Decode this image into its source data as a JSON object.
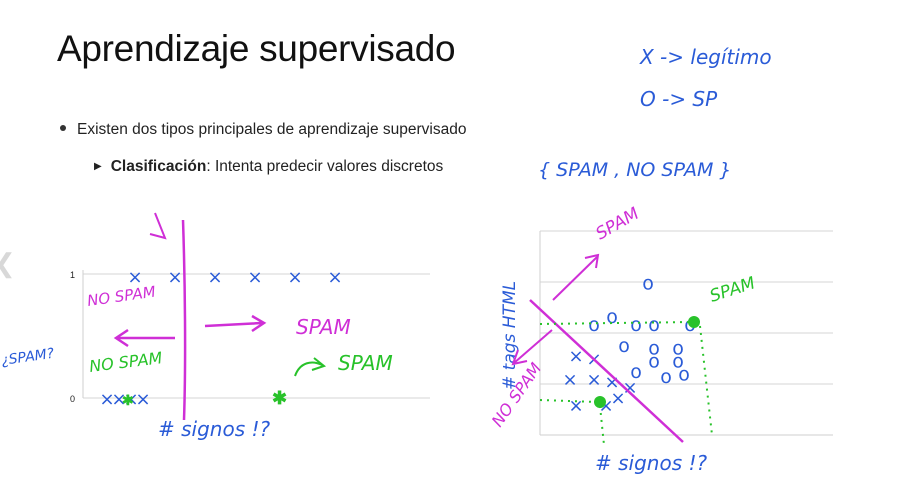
{
  "slide": {
    "title": "Aprendizaje supervisado",
    "bullets": [
      {
        "text": "Existen dos tipos principales de aprendizaje supervisado"
      },
      {
        "term": "Clasificación",
        "text": ": Intenta predecir valores discretos"
      }
    ]
  },
  "annotations": {
    "legend_x": "X -> legítimo",
    "legend_o": "O -> SP",
    "classes": "{ SPAM , NO SPAM }",
    "left_no_spam_top": "NO SPAM",
    "left_spam_question": "¿SPAM?",
    "left_no_spam_mid": "NO SPAM",
    "left_spam_arrow": "SPAM",
    "left_spam_green": "SPAM",
    "left_xaxis": "# signos !?",
    "right_spam": "SPAM",
    "right_spam_green": "SPAM",
    "right_yaxis": "# tags HTML",
    "right_no_spam": "NO SPAM",
    "right_xaxis": "# signos !?"
  },
  "chart_data": [
    {
      "type": "scatter",
      "title": "",
      "xlabel": "",
      "ylabel": "",
      "yticks": [
        "0",
        "1"
      ],
      "ylim": [
        0,
        1
      ],
      "grid": true,
      "series": [
        {
          "marker": "x",
          "color": "#2a5bd7",
          "points": [
            [
              1,
              1
            ],
            [
              2,
              1
            ],
            [
              3,
              1
            ],
            [
              4,
              1
            ],
            [
              5,
              1
            ],
            [
              6,
              1
            ],
            [
              0.3,
              0
            ],
            [
              0.6,
              0
            ],
            [
              0.9,
              0
            ],
            [
              1.2,
              0
            ]
          ]
        }
      ]
    },
    {
      "type": "scatter",
      "title": "",
      "xlabel": "",
      "ylabel": "",
      "grid": true,
      "series": [
        {
          "marker": "o",
          "color": "#2a5bd7",
          "points": [
            [
              0.9,
              2.8
            ],
            [
              0.45,
              2.0
            ],
            [
              0.6,
              2.15
            ],
            [
              0.8,
              2.0
            ],
            [
              0.95,
              2.0
            ],
            [
              1.25,
              2.0
            ],
            [
              0.7,
              1.6
            ],
            [
              0.95,
              1.55
            ],
            [
              1.15,
              1.55
            ],
            [
              0.95,
              1.3
            ],
            [
              1.15,
              1.3
            ],
            [
              0.8,
              1.1
            ],
            [
              1.05,
              1.0
            ],
            [
              1.2,
              1.05
            ]
          ]
        },
        {
          "marker": "x",
          "color": "#2a5bd7",
          "points": [
            [
              0.3,
              1.4
            ],
            [
              0.45,
              1.35
            ],
            [
              0.25,
              0.95
            ],
            [
              0.45,
              0.95
            ],
            [
              0.6,
              0.9
            ],
            [
              0.75,
              0.8
            ],
            [
              0.3,
              0.45
            ],
            [
              0.55,
              0.45
            ],
            [
              0.65,
              0.6
            ]
          ]
        }
      ]
    }
  ],
  "colors": {
    "blue_ink": "#2a5bd7",
    "magenta_ink": "#cf2fd6",
    "green_ink": "#28c22a",
    "gridline": "#d6d6d6",
    "nav_arrow": "#d8d8d8"
  },
  "icons": {
    "nav": "chevron-left-icon"
  }
}
